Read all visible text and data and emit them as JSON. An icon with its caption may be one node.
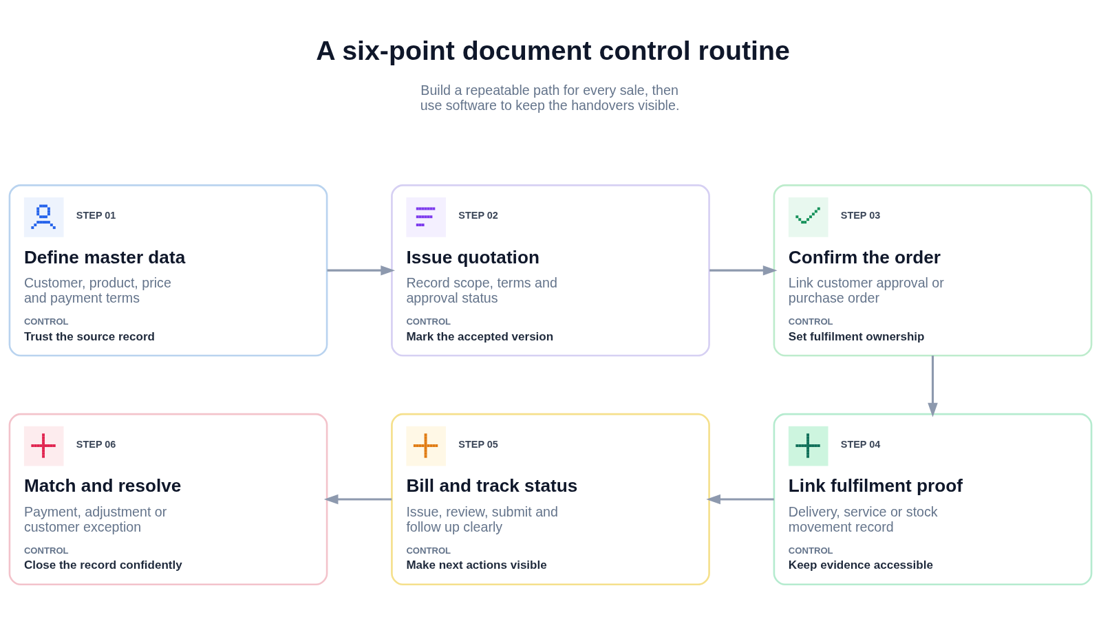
{
  "diagram": {
    "title": "A six-point document control routine",
    "nodes": [
      {
        "text": [
          "STEP 01",
          "Define master data",
          "Customer, product, price and payment terms",
          "CONTROL",
          "Trust the source record"
        ]
      },
      {
        "text": [
          "STEP 02",
          "Issue quotation",
          "Record scope, terms and approval status",
          "CONTROL",
          "Mark the accepted version"
        ]
      },
      {
        "text": [
          "STEP 03",
          "Confirm the order",
          "Link customer approval or purchase order",
          "CONTROL",
          "Set fulfilment ownership"
        ]
      },
      {
        "text": [
          "STEP 04",
          "Link fulfilment proof",
          "Delivery, service or stock movement record",
          "CONTROL",
          "Keep evidence accessible"
        ]
      },
      {
        "text": [
          "STEP 05",
          "Bill and track status",
          "Issue, review, submit and follow up clearly",
          "CONTROL",
          "Make next actions visible"
        ]
      },
      {
        "text": [
          "STEP 06",
          "Match and resolve",
          "Payment, adjustment or customer exception",
          "CONTROL",
          "Close the record confidently"
        ]
      }
    ],
    "edges": [
      {
        "from": 0,
        "to": 1,
        "arrow": "to"
      },
      {
        "from": 1,
        "to": 2,
        "arrow": "to"
      },
      {
        "from": 2,
        "to": 3,
        "arrow": "to"
      },
      {
        "from": 3,
        "to": 4,
        "arrow": "to"
      },
      {
        "from": 4,
        "to": 5,
        "arrow": "to"
      }
    ],
    "labels": [
      "Build a repeatable path for every sale, then use software to keep the handovers visible."
    ]
  }
}
